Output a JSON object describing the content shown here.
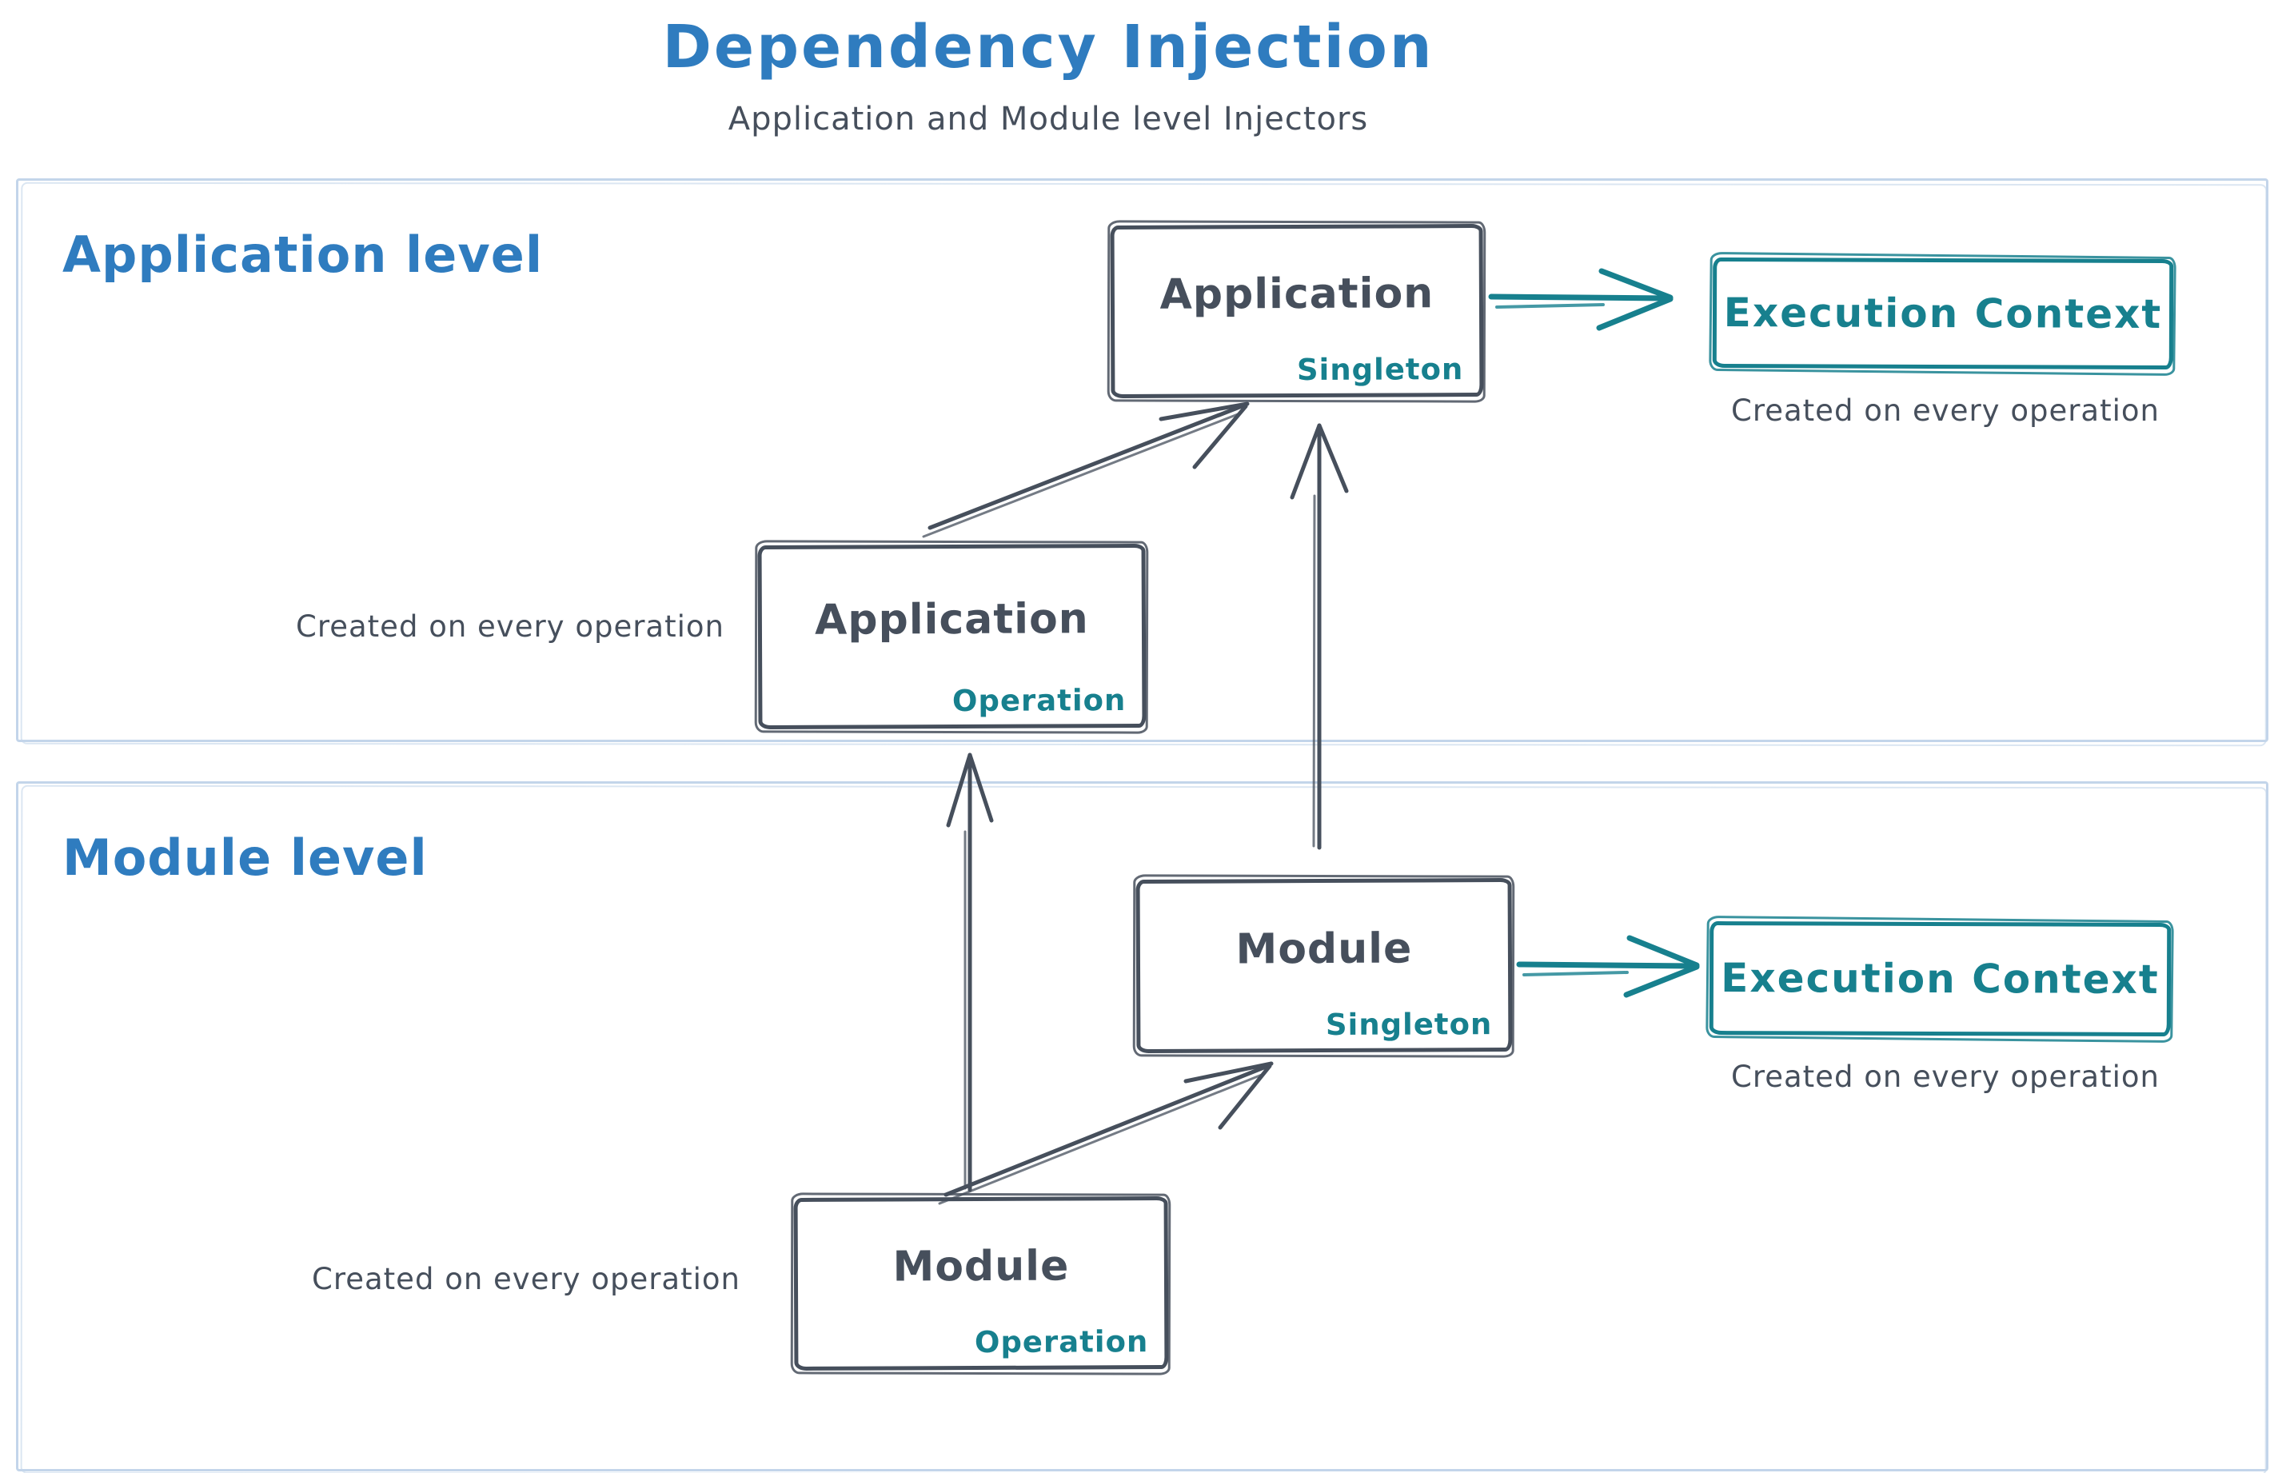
{
  "title": "Dependency Injection",
  "subtitle": "Application and Module level Injectors",
  "colors": {
    "blue": "#2f7cbf",
    "teal": "#17808e",
    "ink": "#464f5c",
    "frame": "#c3d5ea"
  },
  "sections": {
    "application": {
      "label": "Application level",
      "singleton_box": {
        "title": "Application",
        "badge": "Singleton"
      },
      "operation_box": {
        "title": "Application",
        "badge": "Operation"
      },
      "operation_caption": "Created on every operation",
      "execution_box": {
        "title": "Execution Context"
      },
      "execution_caption": "Created on every operation"
    },
    "module": {
      "label": "Module level",
      "singleton_box": {
        "title": "Module",
        "badge": "Singleton"
      },
      "operation_box": {
        "title": "Module",
        "badge": "Operation"
      },
      "operation_caption": "Created on every operation",
      "execution_box": {
        "title": "Execution Context"
      },
      "execution_caption": "Created on every operation"
    }
  },
  "connections": [
    {
      "name": "app-operation-to-app-singleton",
      "style": "sketch-arrow",
      "color": "#464f5c"
    },
    {
      "name": "module-singleton-to-app-singleton",
      "style": "sketch-arrow",
      "color": "#464f5c"
    },
    {
      "name": "module-operation-to-app-operation",
      "style": "sketch-arrow",
      "color": "#464f5c"
    },
    {
      "name": "module-operation-to-module-singleton",
      "style": "sketch-arrow",
      "color": "#464f5c"
    },
    {
      "name": "app-singleton-to-execution-context",
      "style": "sketch-arrow",
      "color": "#17808e"
    },
    {
      "name": "module-singleton-to-execution-context",
      "style": "sketch-arrow",
      "color": "#17808e"
    }
  ]
}
